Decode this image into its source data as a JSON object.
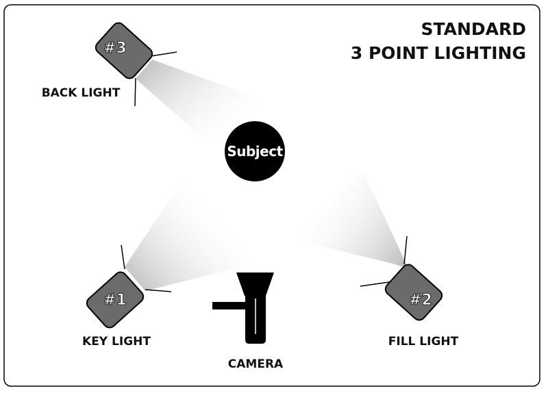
{
  "title": {
    "line1": "STANDARD",
    "line2": "3 POINT LIGHTING"
  },
  "subject": {
    "label": "Subject"
  },
  "lights": {
    "back": {
      "number": "#3",
      "label": "BACK LIGHT"
    },
    "key": {
      "number": "#1",
      "label": "KEY LIGHT"
    },
    "fill": {
      "number": "#2",
      "label": "FILL LIGHT"
    }
  },
  "camera": {
    "label": "CAMERA"
  },
  "colors": {
    "frame": "#000000",
    "light_body": "#6b6b6b",
    "beam": "#c8c8c8",
    "subject": "#000000",
    "text": "#111111"
  }
}
